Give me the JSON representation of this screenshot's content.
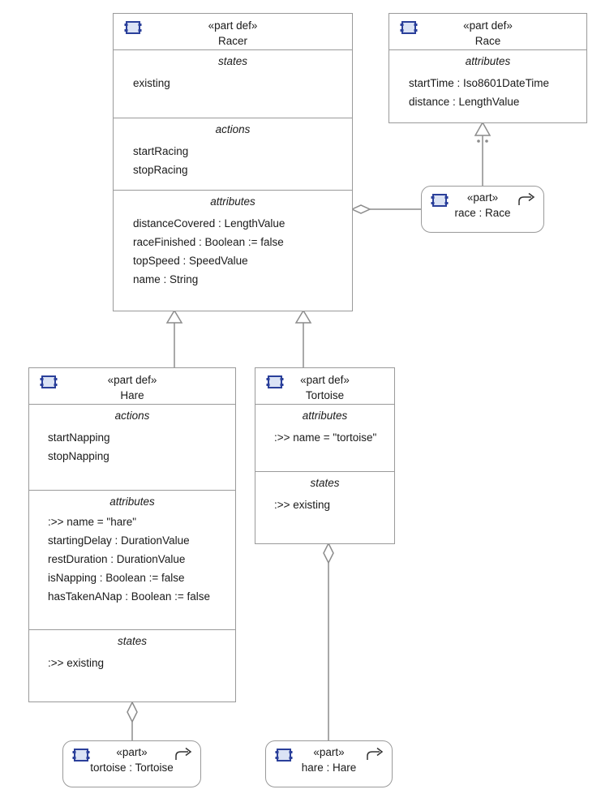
{
  "colors": {
    "border": "#9a9a9a",
    "edge": "#8c8c8c",
    "icon": "#2a3f9a",
    "icon_fill": "#dbe3f5"
  },
  "racer": {
    "keyword": "«part def»",
    "name": "Racer",
    "states": {
      "title": "states",
      "items": [
        "existing"
      ]
    },
    "actions": {
      "title": "actions",
      "items": [
        "startRacing",
        "stopRacing"
      ]
    },
    "attributes": {
      "title": "attributes",
      "items": [
        "distanceCovered : LengthValue",
        "raceFinished : Boolean := false",
        "topSpeed : SpeedValue",
        "name : String"
      ]
    }
  },
  "race": {
    "keyword": "«part def»",
    "name": "Race",
    "attributes": {
      "title": "attributes",
      "items": [
        "startTime : Iso8601DateTime",
        "distance : LengthValue"
      ]
    }
  },
  "race_usage": {
    "keyword": "«part»",
    "name": "race : Race"
  },
  "hare": {
    "keyword": "«part def»",
    "name": "Hare",
    "actions": {
      "title": "actions",
      "items": [
        "startNapping",
        "stopNapping"
      ]
    },
    "attributes": {
      "title": "attributes",
      "items": [
        ":>> name = \"hare\"",
        "startingDelay : DurationValue",
        "restDuration : DurationValue",
        "isNapping : Boolean := false",
        "hasTakenANap : Boolean := false"
      ]
    },
    "states": {
      "title": "states",
      "items": [
        ":>> existing"
      ]
    }
  },
  "tortoise": {
    "keyword": "«part def»",
    "name": "Tortoise",
    "attributes": {
      "title": "attributes",
      "items": [
        ":>> name = \"tortoise\""
      ]
    },
    "states": {
      "title": "states",
      "items": [
        ":>> existing"
      ]
    }
  },
  "tortoise_usage": {
    "keyword": "«part»",
    "name": "tortoise : Tortoise"
  },
  "hare_usage": {
    "keyword": "«part»",
    "name": "hare : Hare"
  }
}
